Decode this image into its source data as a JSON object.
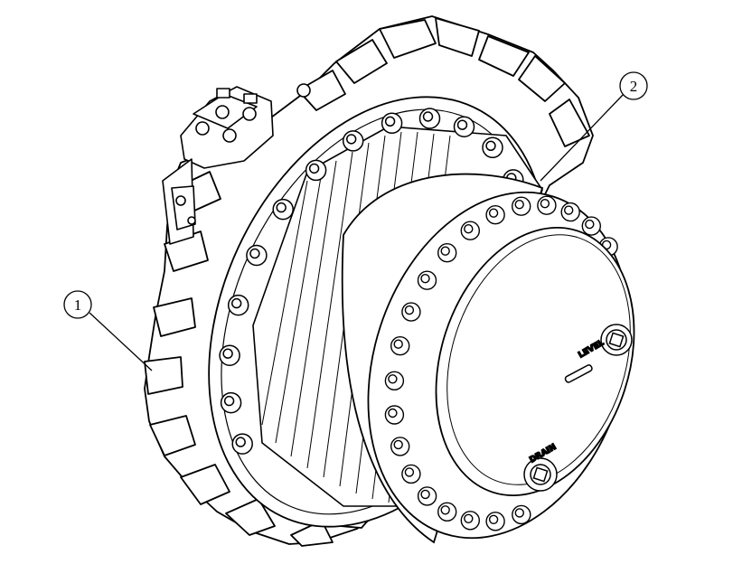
{
  "callouts": [
    {
      "number": "1"
    },
    {
      "number": "2"
    }
  ],
  "plugs": {
    "level_label": "LEVEL",
    "drain_label": "DRAIN"
  },
  "colors": {
    "line": "#000000",
    "background": "#ffffff"
  }
}
